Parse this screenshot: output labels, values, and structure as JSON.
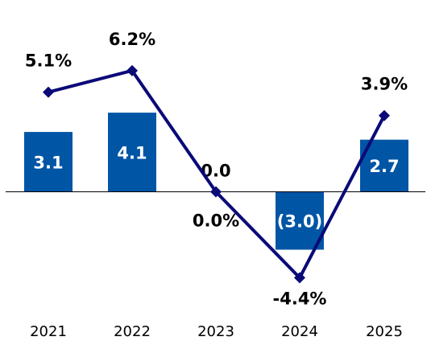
{
  "chart_data": {
    "type": "bar",
    "categories": [
      "2021",
      "2022",
      "2023",
      "2024",
      "2025"
    ],
    "series": [
      {
        "kind": "bar",
        "values": [
          3.1,
          4.1,
          0.0,
          -3.0
        ],
        "labels": [
          "3.1",
          "4.1",
          "0.0",
          "(3.0)"
        ],
        "color": "#0055a5"
      },
      {
        "kind": "bar",
        "values": [
          null,
          null,
          null,
          null,
          2.7
        ],
        "labels": [
          "",
          "",
          "",
          "",
          "2.7"
        ],
        "color": "#0055a5"
      },
      {
        "kind": "line",
        "values": [
          5.1,
          6.2,
          0.0,
          -4.4,
          3.9
        ],
        "labels": [
          "5.1%",
          "6.2%",
          "0.0%",
          "-4.4%",
          "3.9%"
        ],
        "color": "#0a0a78"
      }
    ],
    "bar_values": [
      3.1,
      4.1,
      0.0,
      -3.0,
      2.7
    ],
    "bar_labels": [
      "3.1",
      "4.1",
      "0.0",
      "(3.0)",
      "2.7"
    ],
    "line_values": [
      5.1,
      6.2,
      0.0,
      -4.4,
      3.9
    ],
    "line_labels": [
      "5.1%",
      "6.2%",
      "0.0%",
      "-4.4%",
      "3.9%"
    ],
    "bar_color": "#0055a5",
    "line_color": "#0a0a78",
    "grid": false,
    "legend": "none",
    "title": "",
    "xlabel": "",
    "ylabel": ""
  }
}
